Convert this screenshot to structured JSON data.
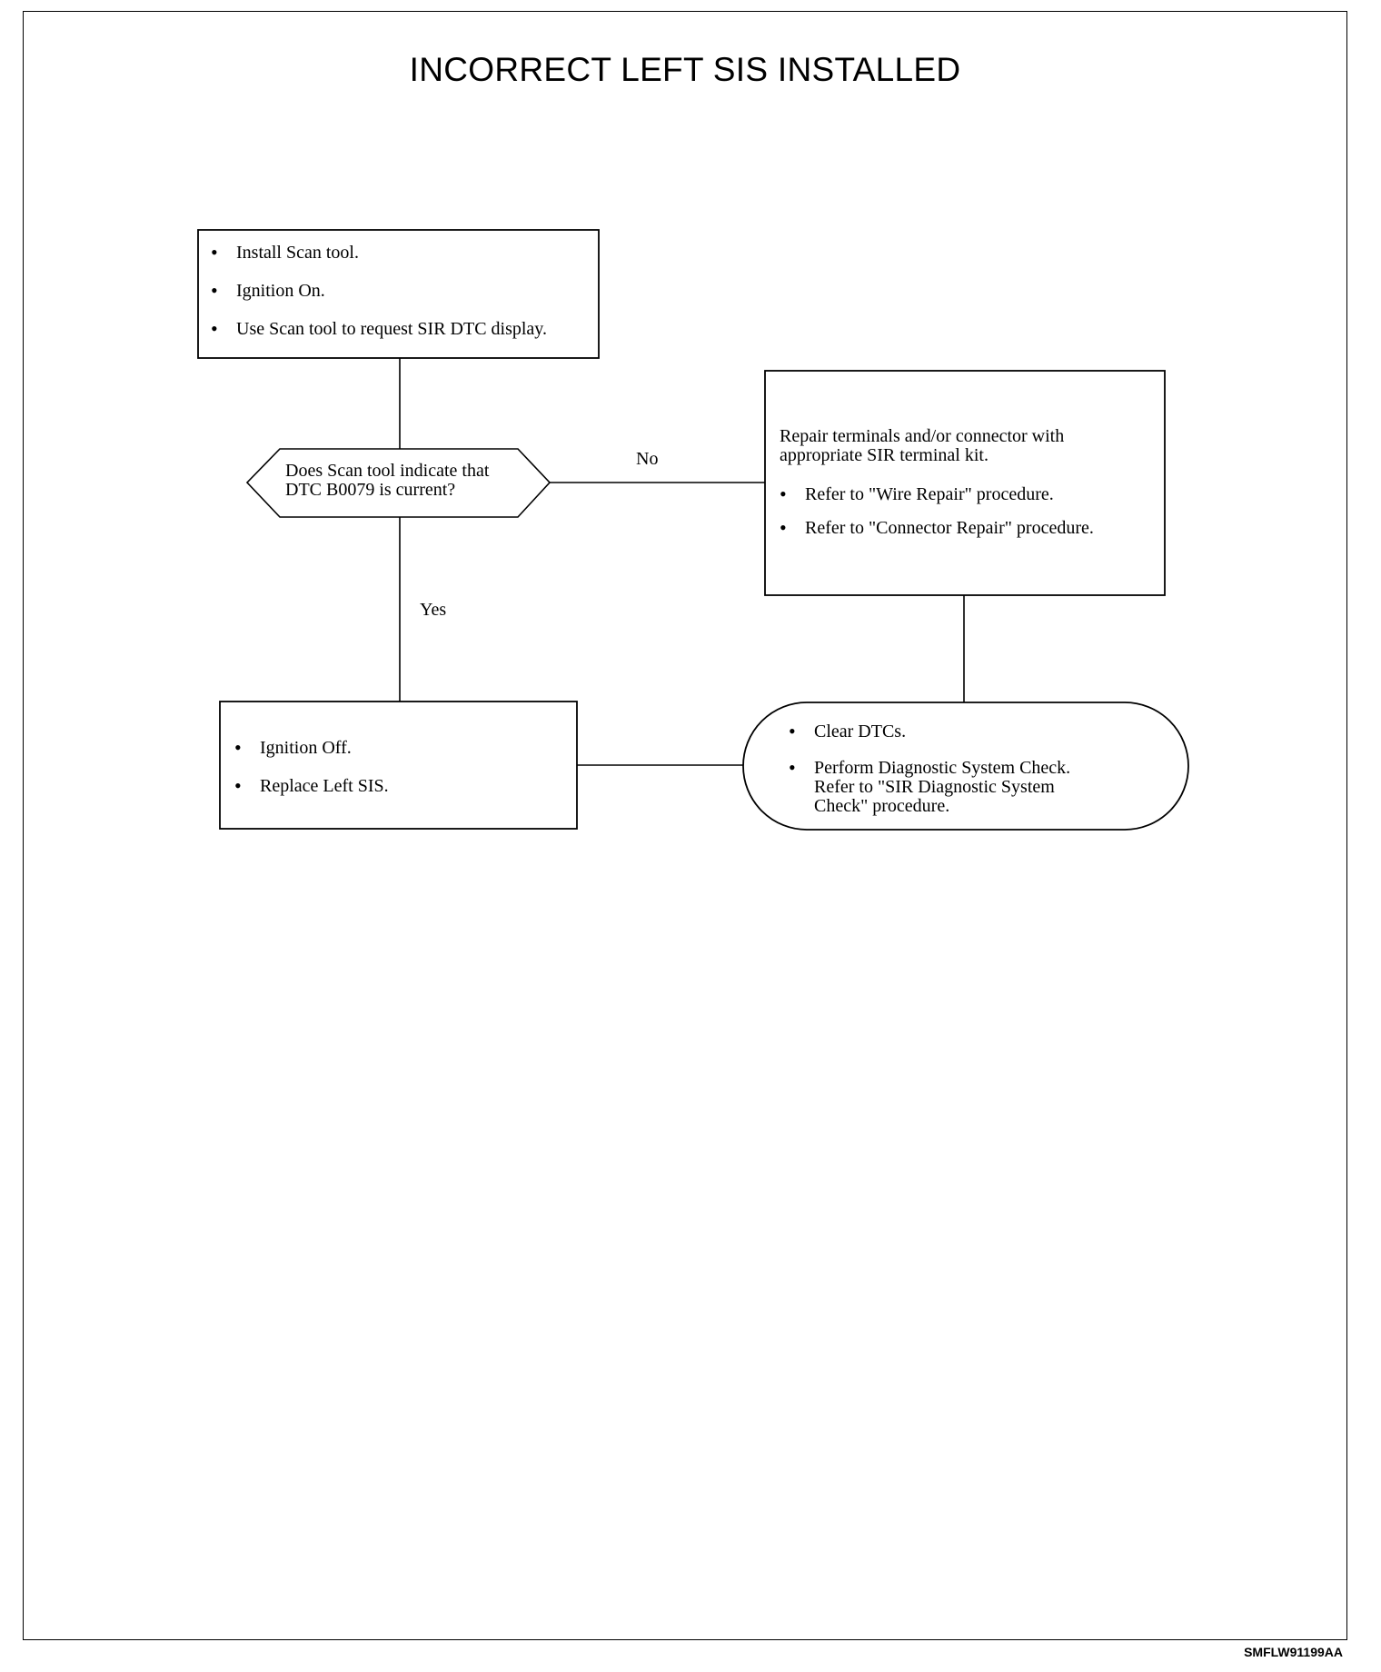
{
  "title": "INCORRECT LEFT SIS INSTALLED",
  "figure_code": "SMFLW91199AA",
  "nodes": {
    "start": {
      "items": [
        "Install Scan tool.",
        "Ignition On.",
        "Use Scan tool to request SIR DTC display."
      ]
    },
    "decision": {
      "question_line1": "Does Scan tool indicate that",
      "question_line2": "DTC B0079 is current?"
    },
    "repair": {
      "intro": "Repair terminals and/or connector with appropriate SIR terminal kit.",
      "items": [
        "Refer to \"Wire Repair\" procedure.",
        "Refer to \"Connector Repair\" procedure."
      ]
    },
    "replace": {
      "items": [
        "Ignition Off.",
        "Replace Left SIS."
      ]
    },
    "end": {
      "items": [
        "Clear DTCs.",
        "Perform Diagnostic System Check.  Refer to \"SIR Diagnostic System Check\" procedure."
      ]
    }
  },
  "edges": {
    "no_label": "No",
    "yes_label": "Yes"
  }
}
